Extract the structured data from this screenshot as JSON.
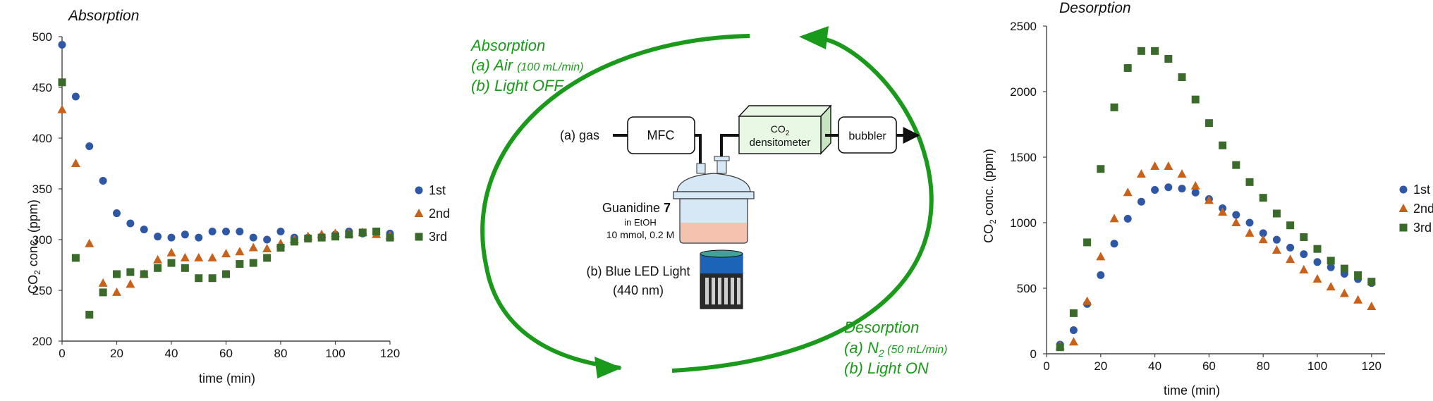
{
  "left_plot": {
    "title": "Absorption",
    "ylabel_main": "CO",
    "ylabel_sub": "2",
    "ylabel_rest": " conc. (ppm)",
    "xlabel": "time (min)"
  },
  "right_plot": {
    "title": "Desorption",
    "ylabel_main": "CO",
    "ylabel_sub": "2",
    "ylabel_rest": " conc. (ppm)",
    "xlabel": "time (min)"
  },
  "center": {
    "absorption_title": "Absorption",
    "absorption_a_main": "(a) Air ",
    "absorption_a_small": "(100 mL/min)",
    "absorption_b": "(b) Light OFF",
    "desorption_title": "Desorption",
    "desorption_a_pre": "(a) N",
    "desorption_a_sub": "2",
    "desorption_a_small": " (50 mL/min)",
    "desorption_b": "(b) Light ON",
    "gas_label": "(a) gas",
    "mfc_label": "MFC",
    "densitometer_co": "CO",
    "densitometer_sub": "2",
    "densitometer_label": "densitometer",
    "bubbler_label": "bubbler",
    "guanidine_label": "Guanidine ",
    "guanidine_number": "7",
    "solvent_label": "in EtOH",
    "conc_label": "10 mmol, 0.2 M",
    "led_label": "(b) Blue LED Light",
    "wavelength_label": "(440 nm)"
  },
  "colors": {
    "series_1st": "#2e57a6",
    "series_2nd": "#c8621b",
    "series_3rd": "#3a6b2a",
    "cycle_arrow": "#1a9a1a"
  },
  "chart_data": [
    {
      "type": "scatter",
      "title": "Absorption",
      "xlabel": "time (min)",
      "ylabel": "CO2 conc. (ppm)",
      "xlim": [
        0,
        120
      ],
      "ylim": [
        200,
        500
      ],
      "xticks": [
        0,
        20,
        40,
        60,
        80,
        100,
        120
      ],
      "yticks": [
        200,
        250,
        300,
        350,
        400,
        450,
        500
      ],
      "grid": false,
      "legend": "right",
      "series": [
        {
          "name": "1st",
          "marker": "circle",
          "x": [
            0,
            5,
            10,
            15,
            20,
            25,
            30,
            35,
            40,
            45,
            50,
            55,
            60,
            65,
            70,
            75,
            80,
            85,
            90,
            95,
            100,
            105,
            110,
            115,
            120
          ],
          "y": [
            492,
            441,
            392,
            358,
            326,
            316,
            310,
            303,
            302,
            305,
            302,
            308,
            308,
            308,
            302,
            300,
            308,
            302,
            302,
            303,
            305,
            308,
            306,
            306,
            306
          ]
        },
        {
          "name": "2nd",
          "marker": "triangle",
          "x": [
            0,
            5,
            10,
            15,
            20,
            25,
            30,
            35,
            40,
            45,
            50,
            55,
            60,
            65,
            70,
            75,
            80,
            85,
            90,
            95,
            100,
            105,
            110,
            115,
            120
          ],
          "y": [
            428,
            375,
            296,
            257,
            248,
            256,
            266,
            280,
            287,
            282,
            282,
            282,
            286,
            288,
            292,
            291,
            296,
            300,
            303,
            305,
            306,
            306,
            307,
            305,
            304
          ]
        },
        {
          "name": "3rd",
          "marker": "square",
          "x": [
            0,
            5,
            10,
            15,
            20,
            25,
            30,
            35,
            40,
            45,
            50,
            55,
            60,
            65,
            70,
            75,
            80,
            85,
            90,
            95,
            100,
            105,
            110,
            115,
            120
          ],
          "y": [
            455,
            282,
            226,
            248,
            266,
            268,
            266,
            272,
            277,
            272,
            262,
            262,
            266,
            276,
            277,
            282,
            292,
            298,
            301,
            302,
            303,
            305,
            307,
            308,
            302
          ]
        }
      ]
    },
    {
      "type": "scatter",
      "title": "Desorption",
      "xlabel": "time (min)",
      "ylabel": "CO2 conc. (ppm)",
      "xlim": [
        0,
        125
      ],
      "ylim": [
        0,
        2500
      ],
      "xticks": [
        0,
        20,
        40,
        60,
        80,
        100,
        120
      ],
      "yticks": [
        0,
        500,
        1000,
        1500,
        2000,
        2500
      ],
      "grid": false,
      "legend": "right",
      "series": [
        {
          "name": "1st",
          "marker": "circle",
          "x": [
            5,
            10,
            15,
            20,
            25,
            30,
            35,
            40,
            45,
            50,
            55,
            60,
            65,
            70,
            75,
            80,
            85,
            90,
            95,
            100,
            105,
            110,
            115,
            120
          ],
          "y": [
            70,
            180,
            380,
            600,
            840,
            1030,
            1160,
            1250,
            1270,
            1260,
            1230,
            1180,
            1110,
            1060,
            1000,
            920,
            870,
            810,
            760,
            700,
            660,
            610,
            570,
            540
          ]
        },
        {
          "name": "2nd",
          "marker": "triangle",
          "x": [
            5,
            10,
            15,
            20,
            25,
            30,
            35,
            40,
            45,
            50,
            55,
            60,
            65,
            70,
            75,
            80,
            85,
            90,
            95,
            100,
            105,
            110,
            115,
            120
          ],
          "y": [
            60,
            90,
            400,
            740,
            1030,
            1230,
            1370,
            1430,
            1430,
            1370,
            1280,
            1170,
            1080,
            1000,
            920,
            870,
            790,
            720,
            640,
            570,
            510,
            460,
            410,
            360
          ]
        },
        {
          "name": "3rd",
          "marker": "square",
          "x": [
            5,
            10,
            15,
            20,
            25,
            30,
            35,
            40,
            45,
            50,
            55,
            60,
            65,
            70,
            75,
            80,
            85,
            90,
            95,
            100,
            105,
            110,
            115,
            120
          ],
          "y": [
            50,
            310,
            850,
            1410,
            1880,
            2180,
            2310,
            2310,
            2250,
            2110,
            1940,
            1760,
            1590,
            1440,
            1310,
            1190,
            1070,
            980,
            890,
            800,
            710,
            650,
            600,
            550
          ]
        }
      ]
    }
  ]
}
